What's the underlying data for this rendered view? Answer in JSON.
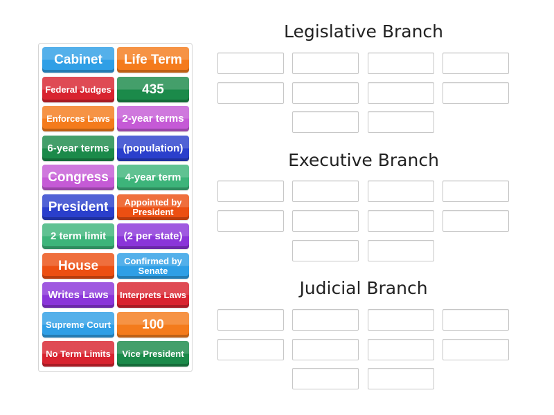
{
  "groups": [
    {
      "title": "Legislative Branch"
    },
    {
      "title": "Executive Branch"
    },
    {
      "title": "Judicial Branch"
    }
  ],
  "colors": {
    "blue": "#2f9fe6",
    "orange": "#f47b1c",
    "red": "#d8232f",
    "green": "#1b8a4a",
    "magenta": "#c55ad6",
    "teal": "#3db47a",
    "navy": "#2a3fcc",
    "purple": "#8a35d9",
    "redorange": "#ec4f12"
  },
  "tiles": [
    {
      "label": "Cabinet",
      "color": "#2f9fe6"
    },
    {
      "label": "Life Term",
      "color": "#f47b1c"
    },
    {
      "label": "Federal Judges",
      "color": "#d8232f"
    },
    {
      "label": "435",
      "color": "#1b8a4a"
    },
    {
      "label": "Enforces Laws",
      "color": "#f47b1c"
    },
    {
      "label": "2-year terms",
      "color": "#c55ad6"
    },
    {
      "label": "6-year terms",
      "color": "#1b8a4a"
    },
    {
      "label": "(population)",
      "color": "#2a3fcc"
    },
    {
      "label": "Congress",
      "color": "#c55ad6"
    },
    {
      "label": "4-year term",
      "color": "#3db47a"
    },
    {
      "label": "President",
      "color": "#2a3fcc"
    },
    {
      "label": "Appointed by President",
      "color": "#ec4f12"
    },
    {
      "label": "2 term limit",
      "color": "#3db47a"
    },
    {
      "label": "(2 per state)",
      "color": "#8a35d9"
    },
    {
      "label": "House",
      "color": "#ec4f12"
    },
    {
      "label": "Confirmed by Senate",
      "color": "#2f9fe6"
    },
    {
      "label": "Writes Laws",
      "color": "#8a35d9"
    },
    {
      "label": "Interprets Laws",
      "color": "#d8232f"
    },
    {
      "label": "Supreme Court",
      "color": "#2f9fe6"
    },
    {
      "label": "100",
      "color": "#f47b1c"
    },
    {
      "label": "No Term Limits",
      "color": "#d8232f"
    },
    {
      "label": "Vice President",
      "color": "#1b8a4a"
    }
  ]
}
